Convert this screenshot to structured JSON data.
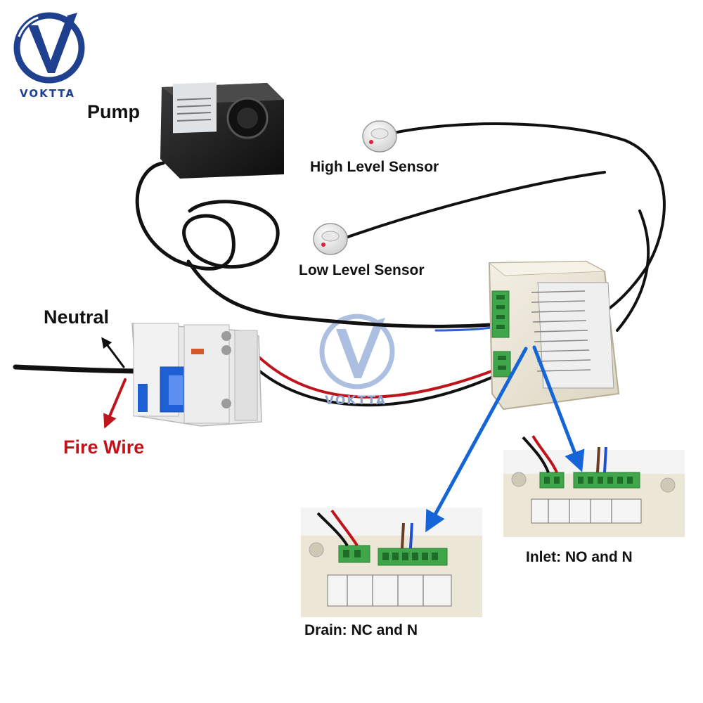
{
  "brand": {
    "name": "VOKTTA",
    "watermark": "VOKTTA"
  },
  "labels": {
    "pump": "Pump",
    "high_sensor": "High Level Sensor",
    "low_sensor": "Low Level Sensor",
    "neutral": "Neutral",
    "fire_wire": "Fire Wire",
    "inlet": "Inlet: NO and N",
    "drain": "Drain: NC and N"
  },
  "colors": {
    "brand_blue": "#1f3f8f",
    "brand_blue_light": "#6a8cc8",
    "arrow_blue": "#1565d8",
    "fire_red": "#c0141c",
    "neutral_arrow": "#111111",
    "terminal_green": "#3fa64a",
    "housing": "#ece6d6"
  },
  "icons": [
    "voktta-logo-icon",
    "voktta-watermark-icon"
  ]
}
